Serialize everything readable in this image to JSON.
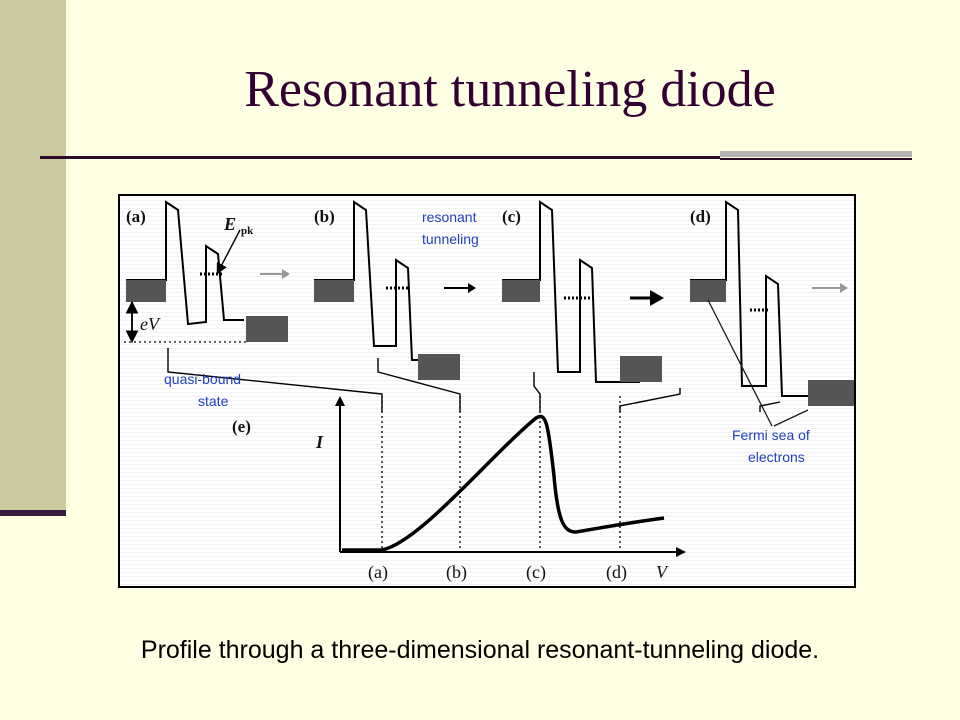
{
  "slide": {
    "title": "Resonant tunneling diode",
    "caption": "Profile through a three-dimensional resonant-tunneling diode."
  },
  "diagram": {
    "panel_labels": [
      "(a)",
      "(b)",
      "(c)",
      "(d)",
      "(e)"
    ],
    "energy_peak_label": "E",
    "energy_peak_sub": "pk",
    "bias_label": "eV",
    "axis_current": "I",
    "axis_voltage": "V",
    "x_ticks": [
      "(a)",
      "(b)",
      "(c)",
      "(d)"
    ],
    "annotations": {
      "resonant_line1": "resonant",
      "resonant_line2": "tunneling",
      "quasi_line1": "quasi-bound",
      "quasi_line2": "state",
      "fermi_line1": "Fermi sea of",
      "fermi_line2": "electrons"
    }
  }
}
